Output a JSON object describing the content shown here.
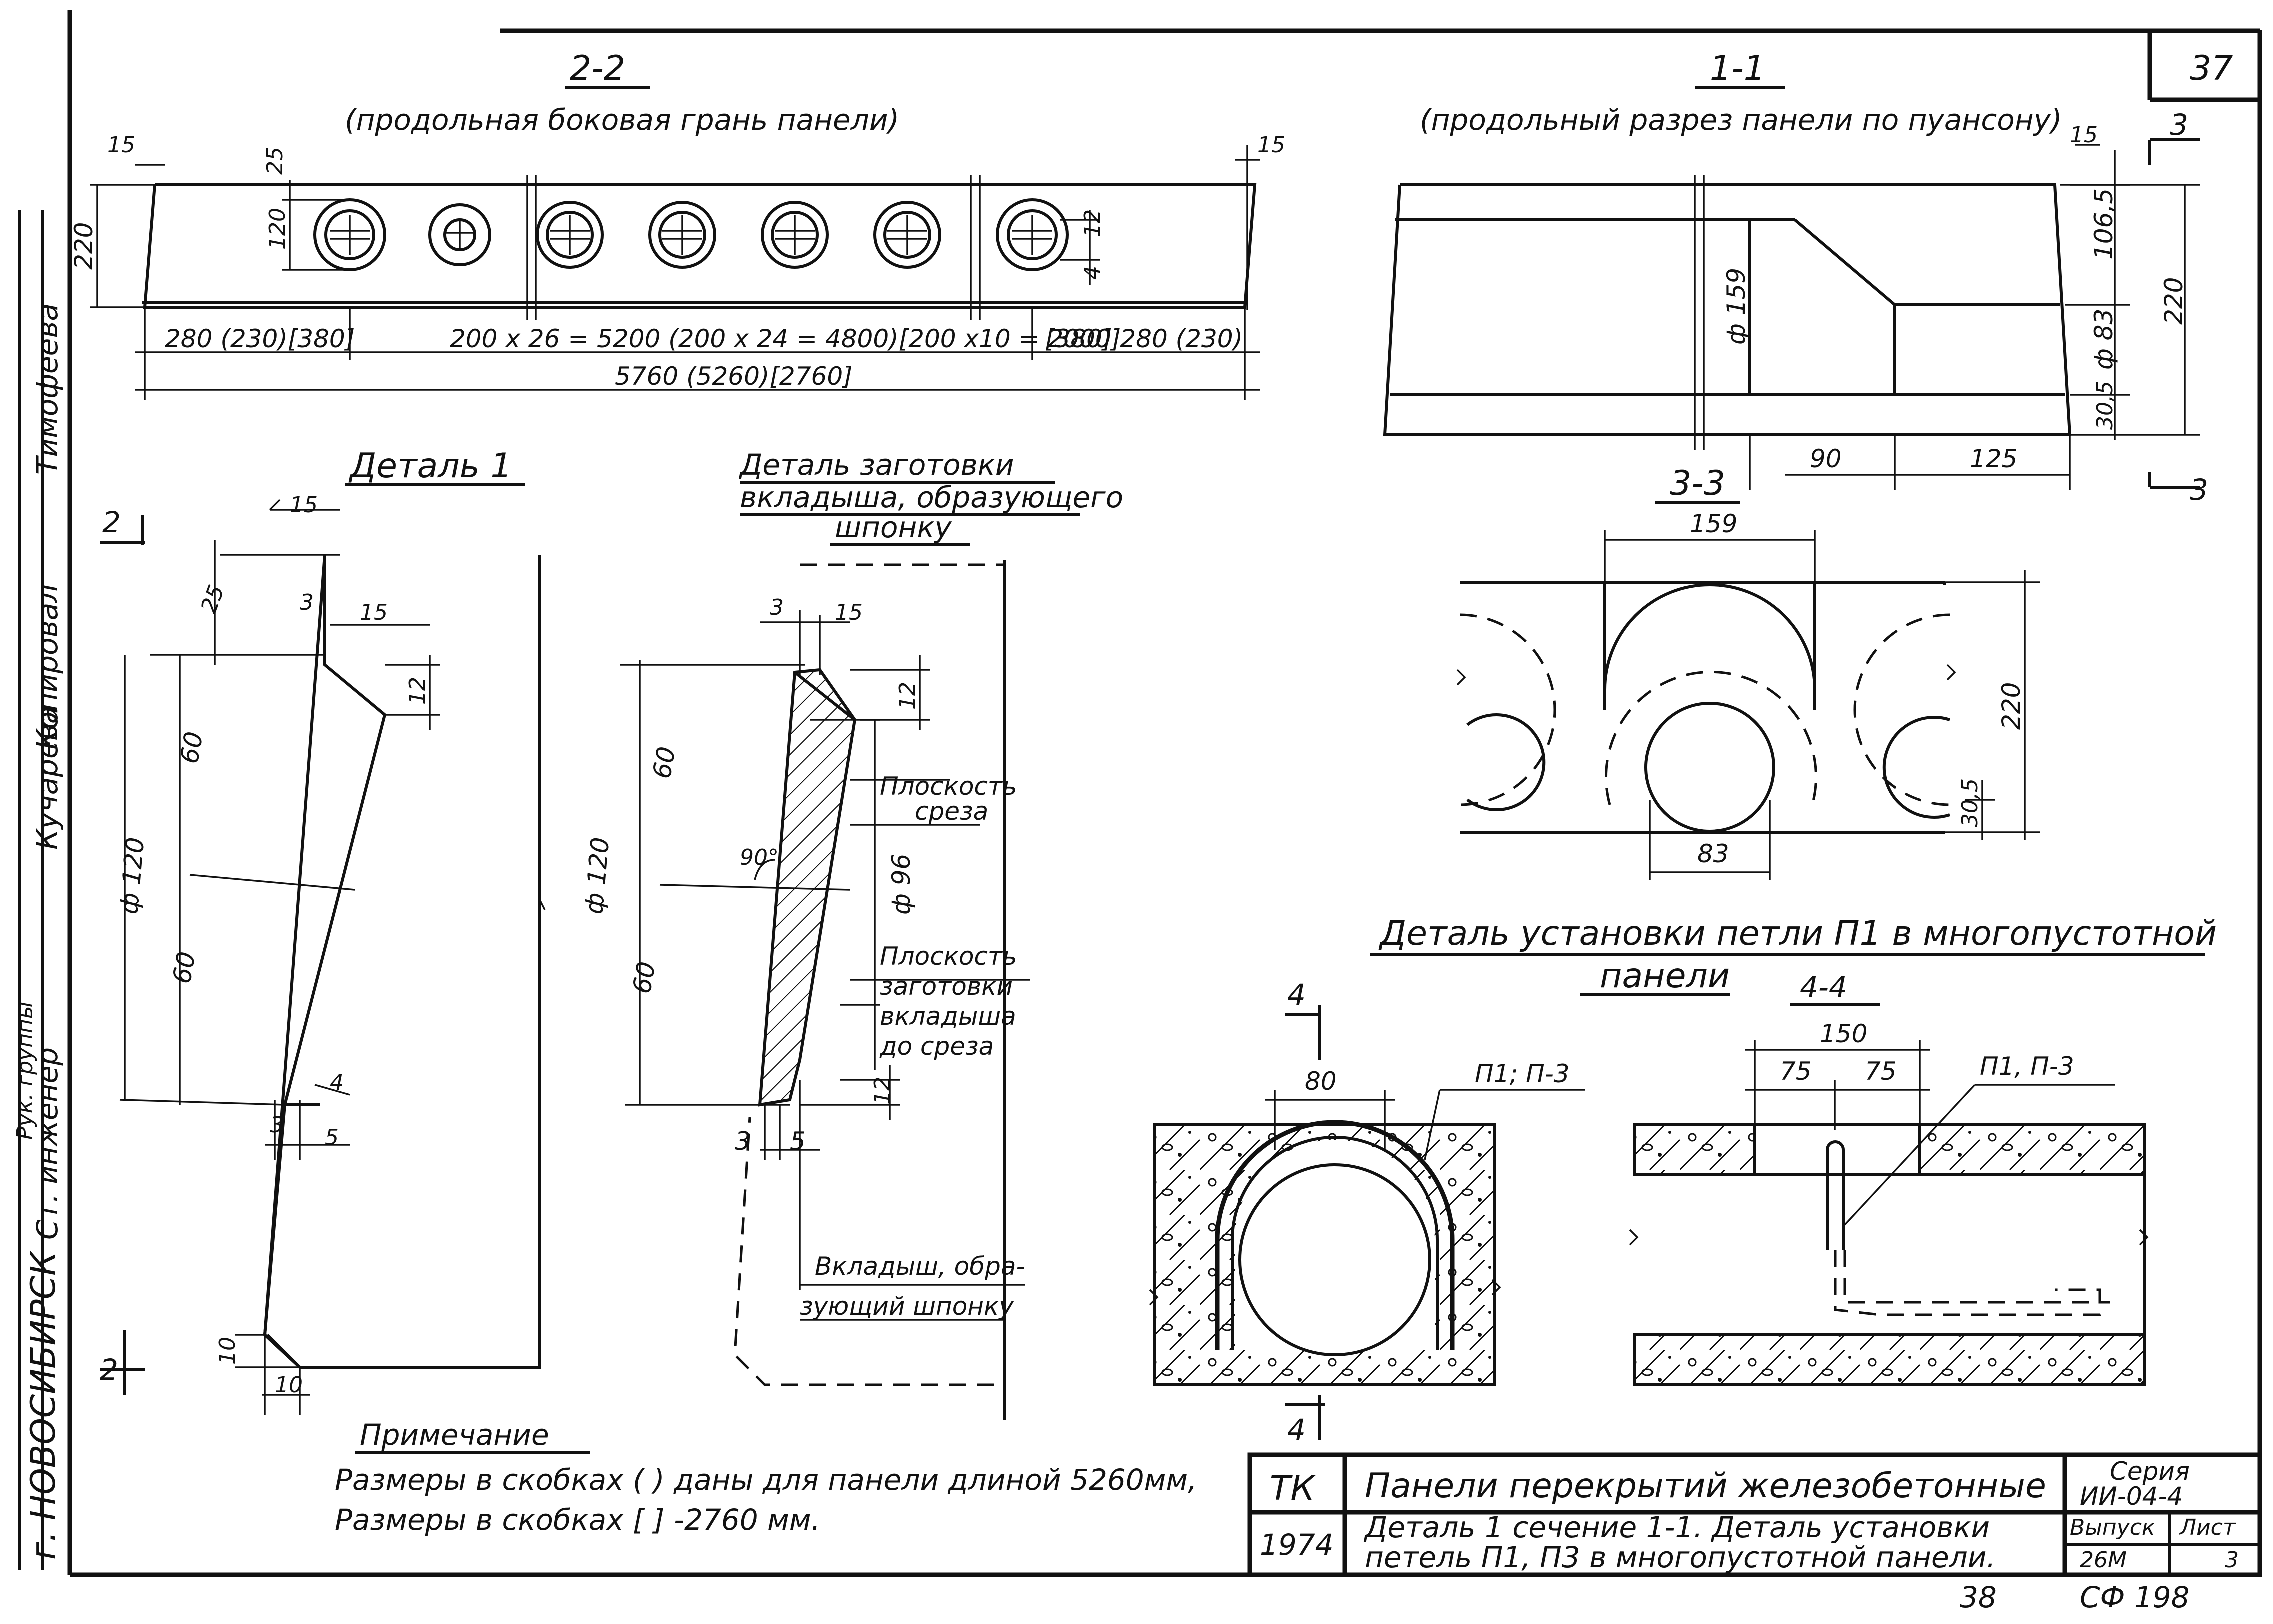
{
  "sheet": {
    "sheet_number": "37",
    "bottom_page_number": "38",
    "stamp_code": "СФ 198"
  },
  "side_stamp": {
    "city": "г. НОВОСИБИРСК",
    "roles": [
      "Ст. инженер",
      "Рук. группы",
      "Кучарева",
      "Копировал",
      "Тимофеева"
    ]
  },
  "section_2_2": {
    "title": "2-2",
    "subtitle": "(продольная боковая грань панели)",
    "dims": {
      "left_top": "15",
      "right_top": "15",
      "height": "220",
      "offset": "25",
      "hole_diam": "120",
      "small_a": "12",
      "small_b": "4",
      "left_seg": "280 (230)[380]",
      "mid_seg": "200 x 26 = 5200  (200 x 24 = 4800)[200 x10 = 2000]",
      "right_seg": "[380] 280 (230)",
      "total": "5760 (5260)[2760]"
    }
  },
  "section_1_1": {
    "title": "1-1",
    "subtitle": "(продольный разрез панели по пуансону)",
    "dims": {
      "top": "15",
      "d159": "ф 159",
      "d83": "ф 83",
      "h1065": "106,5",
      "h220": "220",
      "h305": "30,5",
      "w90": "90",
      "w125": "125",
      "cut": "3"
    }
  },
  "section_3_3": {
    "title": "3-3",
    "dims": {
      "w159": "159",
      "w83": "83",
      "h220": "220",
      "h305": "30,5"
    }
  },
  "detail_1": {
    "title": "Деталь 1",
    "section_mark": "2",
    "dims": {
      "d15_top": "15",
      "d25": "25",
      "d3": "3",
      "d15": "15",
      "d12": "12",
      "d60a": "60",
      "d60b": "60",
      "d120": "ф 120",
      "d4": "4",
      "d3b": "3",
      "d5": "5",
      "d10a": "10",
      "d10b": "10"
    }
  },
  "detail_blank": {
    "title_line1": "Деталь заготовки",
    "title_line2": "вкладыша, образующего",
    "title_line3": "шпонку",
    "labels": {
      "cut_plane_1": "Плоскость",
      "cut_plane_2": "среза",
      "blank_plane_1": "Плоскость",
      "blank_plane_2": "заготовки",
      "blank_plane_3": "вкладыша",
      "blank_plane_4": "до среза",
      "insert_1": "Вкладыш, обра-",
      "insert_2": "зующий шпонку"
    },
    "dims": {
      "d3": "3",
      "d15": "15",
      "d12a": "12",
      "d60a": "60",
      "d60b": "60",
      "d120": "ф 120",
      "d96": "ф 96",
      "angle": "90°",
      "d12b": "12",
      "d3b": "3",
      "d5": "5"
    }
  },
  "detail_loop": {
    "title_line1": "Деталь установки петли П1 в многопустотной",
    "title_line2": "панели",
    "section_title": "4-4",
    "section_mark": "4",
    "dims": {
      "w80": "80",
      "w150": "150",
      "w75a": "75",
      "w75b": "75"
    },
    "labels": {
      "loop_a": "П1; П-3",
      "loop_b": "П1, П-3"
    }
  },
  "note": {
    "title": "Примечание",
    "line1": "Размеры в скобках ( ) даны для панели длиной 5260мм,",
    "line2": "Размеры в скобках [ ] -2760 мм."
  },
  "title_block": {
    "code": "ТК",
    "year": "1974",
    "title": "Панели перекрытий железобетонные",
    "desc_line1": "Деталь 1 сечение 1-1. Деталь установки",
    "desc_line2": "петель П1, П3 в многопустотной панели.",
    "series_label": "Серия",
    "series_value": "ИИ-04-4",
    "issue_label": "Выпуск",
    "issue_value": "26М",
    "sheet_label": "Лист",
    "sheet_value": "3"
  }
}
